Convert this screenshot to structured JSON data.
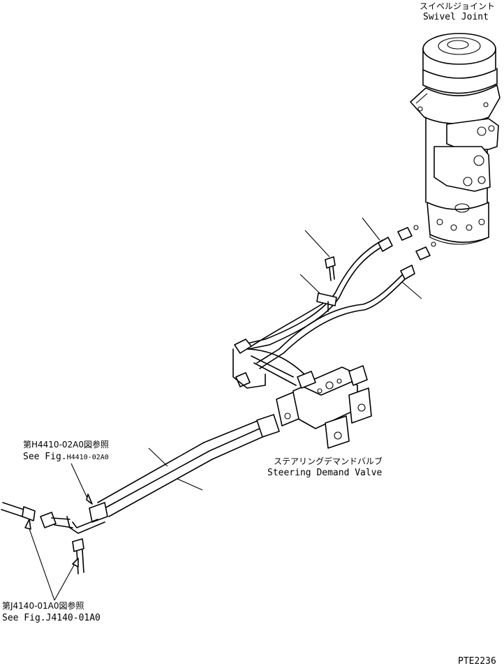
{
  "labels": {
    "swivel_jp": "スイベルジョイント",
    "swivel_en": "Swivel Joint",
    "valve_jp": "ステアリングデマンドバルブ",
    "valve_en": "Steering Demand Valve",
    "ref1_jp": "第H4410-02A0図参照",
    "ref1_en_prefix": "See Fig.",
    "ref1_en_code": "H4410-02A0",
    "ref2_jp": "第J4140-01A0図参照",
    "ref2_en": "See Fig.J4140-01A0",
    "drawing_id": "PTE2236"
  },
  "icons": [
    "swivel-joint-drawing",
    "steering-demand-valve-drawing",
    "hose-drawing",
    "bolt-drawing",
    "elbow-fitting-drawing",
    "leader-arrow-icon"
  ]
}
